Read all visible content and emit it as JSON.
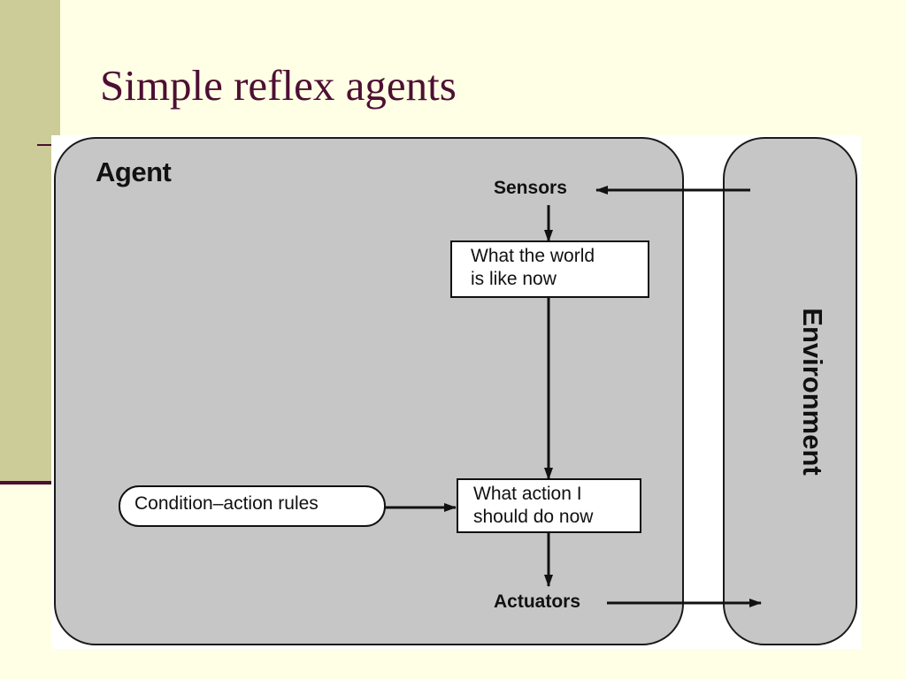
{
  "slide": {
    "title": "Simple reflex agents"
  },
  "diagram": {
    "agent_label": "Agent",
    "environment_label": "Environment",
    "sensors_label": "Sensors",
    "actuators_label": "Actuators",
    "world_state_lines": [
      "What the world",
      "is like now"
    ],
    "action_lines": [
      "What action I",
      "should do now"
    ],
    "rules_label": "Condition–action rules"
  },
  "colors": {
    "background": "#ffffe5",
    "side_band": "#cccc99",
    "title": "#4d0f33",
    "panel_fill": "#c6c6c6"
  }
}
